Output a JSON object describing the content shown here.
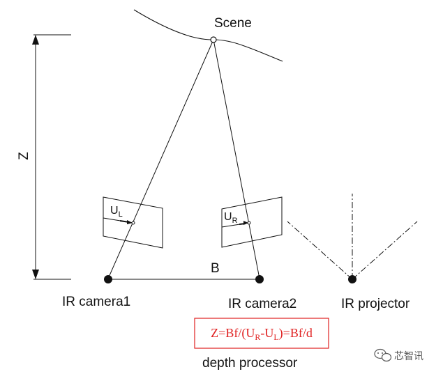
{
  "labels": {
    "scene": "Scene",
    "z_axis": "Z",
    "baseline": "B",
    "camera_left": "IR camera1",
    "camera_right": "IR camera2",
    "projector": "IR projector",
    "u_left": {
      "base": "U",
      "sub": "L"
    },
    "u_right": {
      "base": "U",
      "sub": "R"
    },
    "processor": "depth processor"
  },
  "formula": {
    "prefix": "Z=Bf/(U",
    "sub_r": "R",
    "middle": "-U",
    "sub_l": "L",
    "suffix": ")=Bf/d"
  },
  "watermark": {
    "text": "芯智讯",
    "icon": "wechat-icon"
  },
  "colors": {
    "formula": "#e02020",
    "ink": "#111111",
    "watermark": "#555555"
  }
}
